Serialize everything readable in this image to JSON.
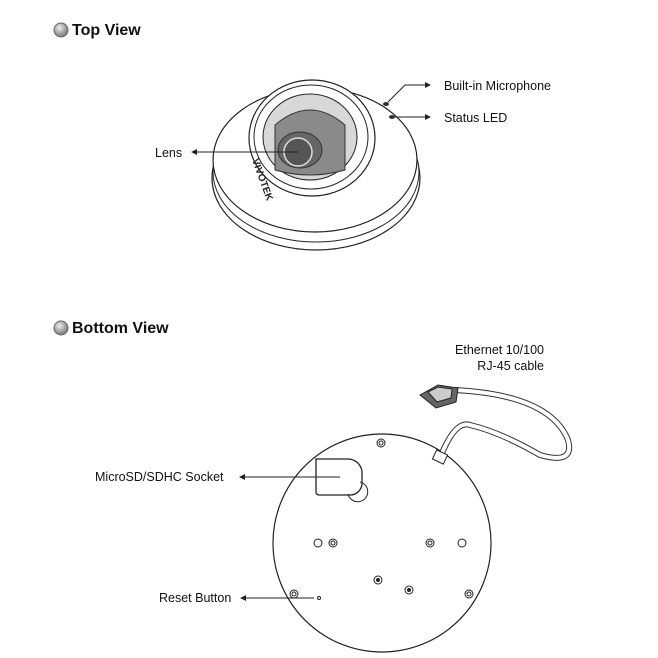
{
  "sections": {
    "top": {
      "title": "Top View"
    },
    "bottom": {
      "title": "Bottom View"
    }
  },
  "top_labels": {
    "microphone": "Built-in Microphone",
    "led": "Status LED",
    "lens": "Lens",
    "brand": "VIVOTEK"
  },
  "bottom_labels": {
    "ethernet_line1": "Ethernet 10/100",
    "ethernet_line2": "RJ-45 cable",
    "microsd": "MicroSD/SDHC Socket",
    "reset": "Reset Button"
  }
}
